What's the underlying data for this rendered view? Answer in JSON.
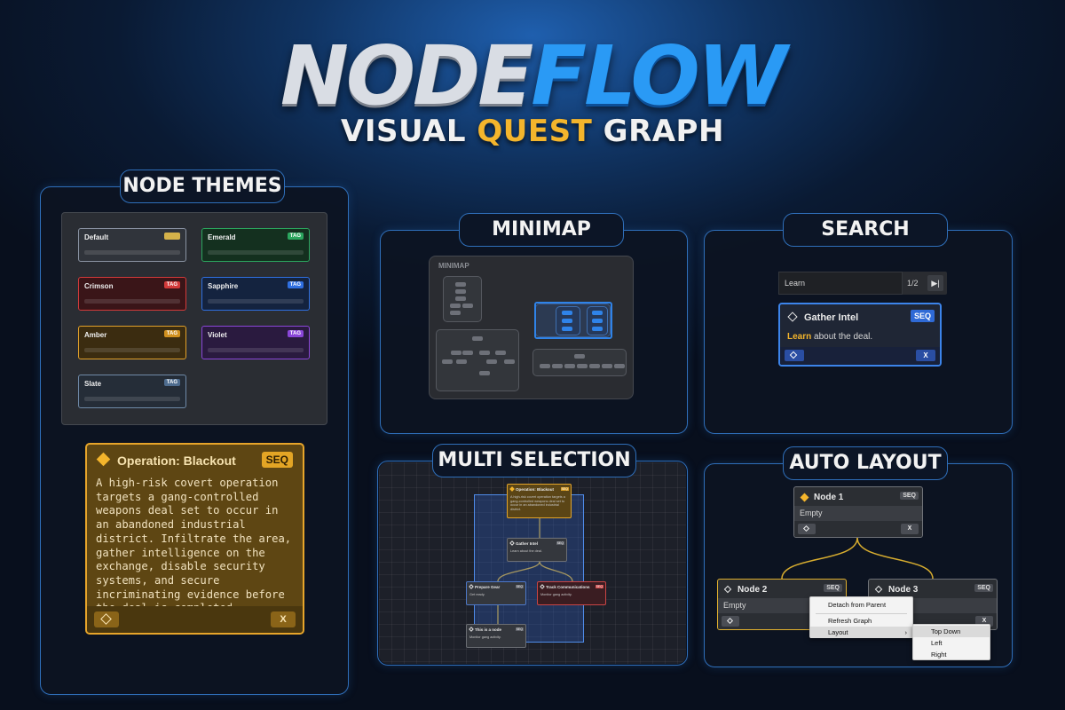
{
  "title": {
    "word1": "NODE",
    "word2": "FLOW",
    "subtitle_pre": "VISUAL",
    "subtitle_hl": "QUEST",
    "subtitle_post": "GRAPH"
  },
  "colors": {
    "accent_blue": "#2a9af5",
    "accent_amber": "#f4b52c",
    "panel_border": "#2f6fba"
  },
  "panels": {
    "themes": "NODE THEMES",
    "minimap": "MINIMAP",
    "search": "SEARCH",
    "multi": "MULTI SELECTION",
    "auto": "AUTO LAYOUT"
  },
  "themes": [
    {
      "name": "Default",
      "tag": "",
      "color": "#d5b24a"
    },
    {
      "name": "Emerald",
      "tag": "TAG",
      "color": "#2ba65e"
    },
    {
      "name": "Crimson",
      "tag": "TAG",
      "color": "#d33a3a"
    },
    {
      "name": "Sapphire",
      "tag": "TAG",
      "color": "#2f6fe0"
    },
    {
      "name": "Amber",
      "tag": "TAG",
      "color": "#e2a12a"
    },
    {
      "name": "Violet",
      "tag": "TAG",
      "color": "#8a46d8"
    },
    {
      "name": "Slate",
      "tag": "TAG",
      "color": "#6f8aa8"
    }
  ],
  "big_node": {
    "title": "Operation: Blackout",
    "tag": "SEQ",
    "body": "A high-risk covert operation targets a gang-controlled weapons deal set to occur in an abandoned industrial district. Infiltrate the area, gather intelligence on the exchange, disable security systems, and secure incriminating evidence before the deal is completed.",
    "icon": "diamond-icon",
    "close_label": "X"
  },
  "minimap": {
    "label": "MINIMAP"
  },
  "search": {
    "query": "Learn",
    "count": "1/2",
    "next_icon": "▶|",
    "node_title": "Gather Intel",
    "node_tag": "SEQ",
    "body_hl": "Learn",
    "body_rest": " about the deal.",
    "close_label": "X"
  },
  "multi": {
    "nodes": [
      {
        "title": "Operation: Blackout",
        "tag": "SEQ",
        "body": "A high-risk covert operation targets a gang-controlled weapons deal set to occur in an abandoned industrial district."
      },
      {
        "title": "Gather Intel",
        "tag": "SEQ",
        "body": "Learn about the deal."
      },
      {
        "title": "Prepare Gear",
        "tag": "SEQ",
        "body": "Get ready."
      },
      {
        "title": "Track Communications",
        "tag": "SEQ",
        "body": "Monitor gang activity."
      },
      {
        "title": "This is a node",
        "tag": "SEQ",
        "body": "Monitor gang activity."
      }
    ]
  },
  "auto": {
    "node1": {
      "title": "Node 1",
      "tag": "SEQ",
      "body": "Empty"
    },
    "node2": {
      "title": "Node 2",
      "tag": "SEQ",
      "body": "Empty"
    },
    "node3": {
      "title": "Node 3",
      "tag": "SEQ",
      "body": "Empty"
    },
    "close_label": "X",
    "menu": {
      "detach": "Detach from Parent",
      "refresh": "Refresh Graph",
      "layout": "Layout",
      "arrow": "›",
      "sub": [
        "Top Down",
        "Left",
        "Right"
      ]
    }
  }
}
